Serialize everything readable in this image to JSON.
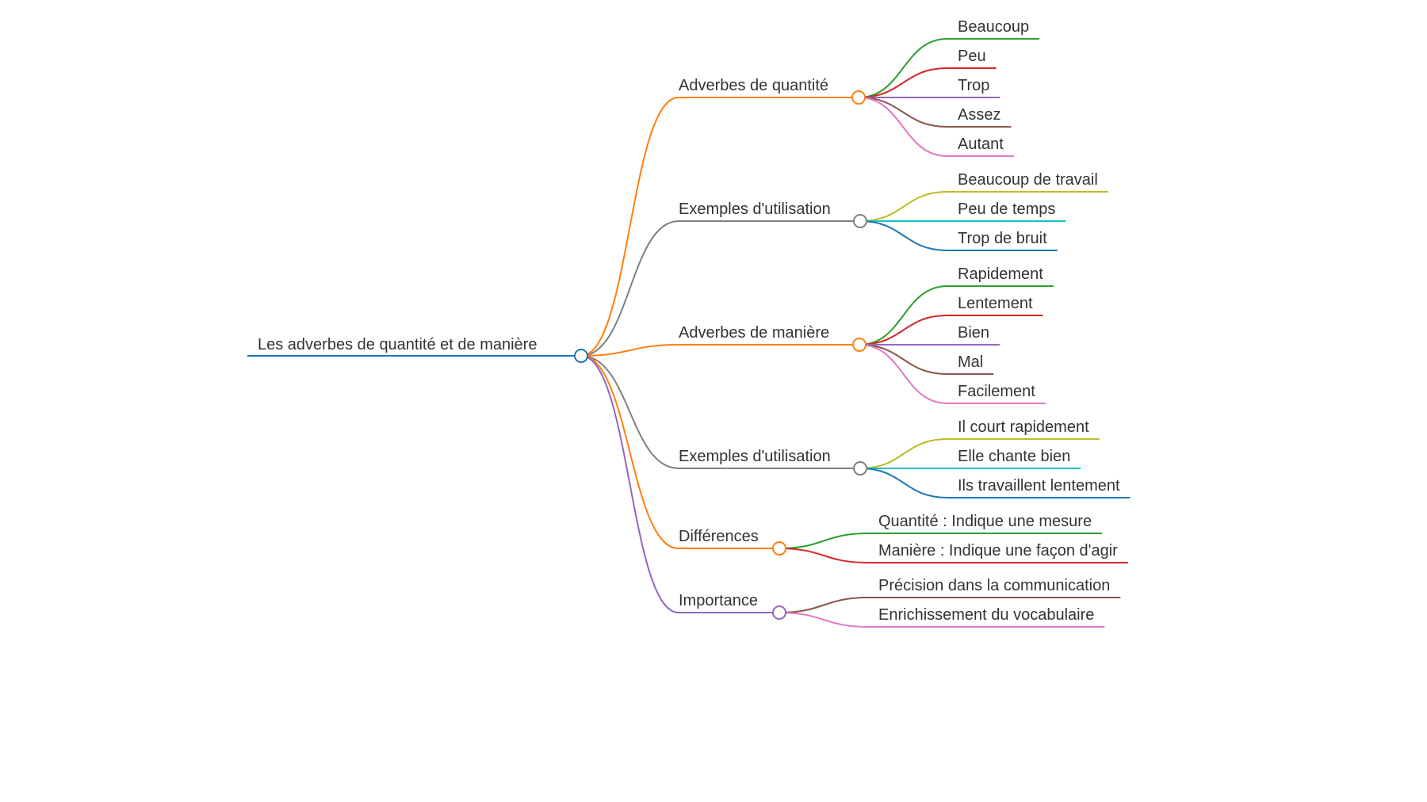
{
  "root": {
    "label": "Les adverbes de quantité et de manière",
    "color": "#1f77b4"
  },
  "branches": [
    {
      "label": "Adverbes de quantité",
      "color": "#ff7f0e",
      "children": [
        {
          "label": "Beaucoup",
          "color": "#2ca02c"
        },
        {
          "label": "Peu",
          "color": "#d62728"
        },
        {
          "label": "Trop",
          "color": "#9467bd"
        },
        {
          "label": "Assez",
          "color": "#8c564b"
        },
        {
          "label": "Autant",
          "color": "#e377c2"
        }
      ]
    },
    {
      "label": "Exemples d'utilisation",
      "color": "#7f7f7f",
      "children": [
        {
          "label": "Beaucoup de travail",
          "color": "#bcbd22"
        },
        {
          "label": "Peu de temps",
          "color": "#17becf"
        },
        {
          "label": "Trop de bruit",
          "color": "#1f77b4"
        }
      ]
    },
    {
      "label": "Adverbes de manière",
      "color": "#ff7f0e",
      "children": [
        {
          "label": "Rapidement",
          "color": "#2ca02c"
        },
        {
          "label": "Lentement",
          "color": "#d62728"
        },
        {
          "label": "Bien",
          "color": "#9467bd"
        },
        {
          "label": "Mal",
          "color": "#8c564b"
        },
        {
          "label": "Facilement",
          "color": "#e377c2"
        }
      ]
    },
    {
      "label": "Exemples d'utilisation",
      "color": "#7f7f7f",
      "children": [
        {
          "label": "Il court rapidement",
          "color": "#bcbd22"
        },
        {
          "label": "Elle chante bien",
          "color": "#17becf"
        },
        {
          "label": "Ils travaillent lentement",
          "color": "#1f77b4"
        }
      ]
    },
    {
      "label": "Différences",
      "color": "#ff7f0e",
      "children": [
        {
          "label": "Quantité : Indique une mesure",
          "color": "#2ca02c"
        },
        {
          "label": "Manière : Indique une façon d'agir",
          "color": "#d62728"
        }
      ]
    },
    {
      "label": "Importance",
      "color": "#9467bd",
      "children": [
        {
          "label": "Précision dans la communication",
          "color": "#8c564b"
        },
        {
          "label": "Enrichissement du vocabulaire",
          "color": "#e377c2"
        }
      ]
    }
  ]
}
